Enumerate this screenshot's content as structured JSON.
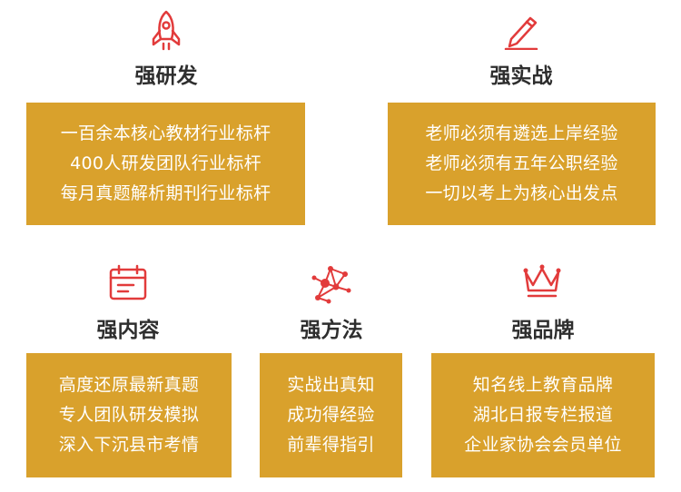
{
  "colors": {
    "accent_red": "#e23b3b",
    "box_bg": "#d9a12c",
    "box_text": "#ffffff",
    "title_text": "#2e2e2e"
  },
  "sections": [
    {
      "icon": "rocket-icon",
      "title": "强研发",
      "lines": [
        "一百余本核心教材行业标杆",
        "400人研发团队行业标杆",
        "每月真题解析期刊行业标杆"
      ]
    },
    {
      "icon": "pencil-icon",
      "title": "强实战",
      "lines": [
        "老师必须有遴选上岸经验",
        "老师必须有五年公职经验",
        "一切以考上为核心出发点"
      ]
    },
    {
      "icon": "calendar-icon",
      "title": "强内容",
      "lines": [
        "高度还原最新真题",
        "专人团队研发模拟",
        "深入下沉县市考情"
      ]
    },
    {
      "icon": "network-icon",
      "title": "强方法",
      "lines": [
        "实战出真知",
        "成功得经验",
        "前辈得指引"
      ]
    },
    {
      "icon": "crown-icon",
      "title": "强品牌",
      "lines": [
        "知名线上教育品牌",
        "湖北日报专栏报道",
        "企业家协会会员单位"
      ]
    }
  ]
}
